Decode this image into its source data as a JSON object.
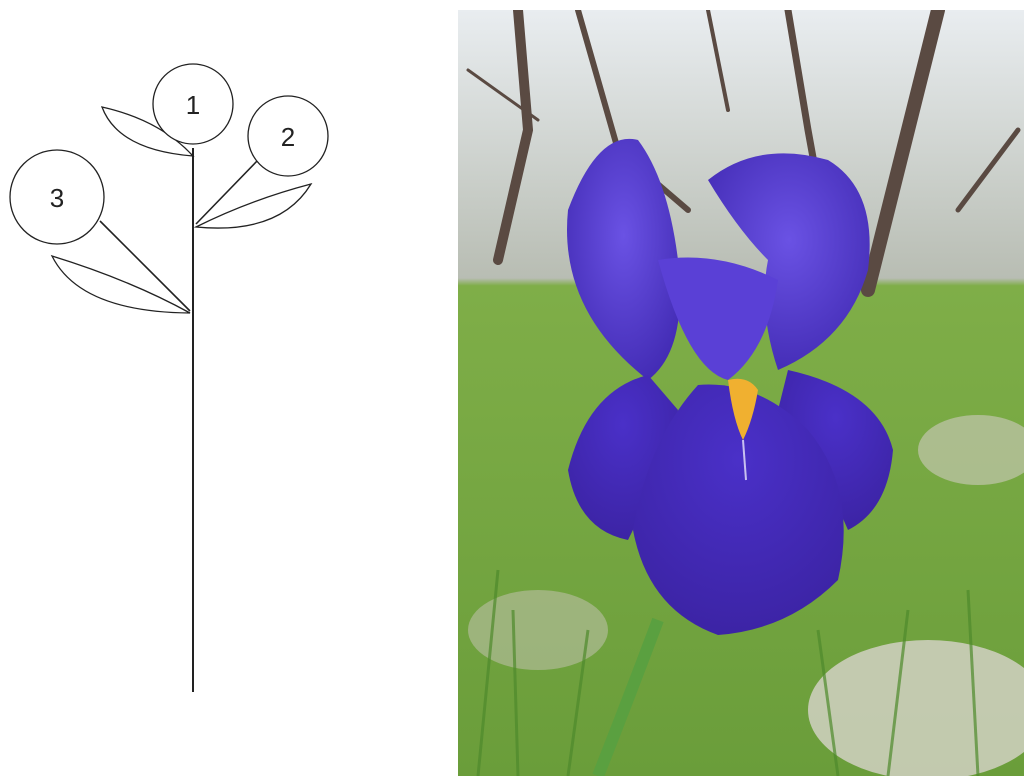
{
  "diagram": {
    "nodes": [
      {
        "id": "1",
        "label": "1"
      },
      {
        "id": "2",
        "label": "2"
      },
      {
        "id": "3",
        "label": "3"
      }
    ],
    "line_color": "#222222"
  },
  "photo": {
    "subject": "iris-flower",
    "colors": {
      "petal": "#5b3fd6",
      "petal_dark": "#3b24a8",
      "beard": "#f0b030",
      "grass": "#6fae3e",
      "stem": "#5aa040"
    }
  }
}
